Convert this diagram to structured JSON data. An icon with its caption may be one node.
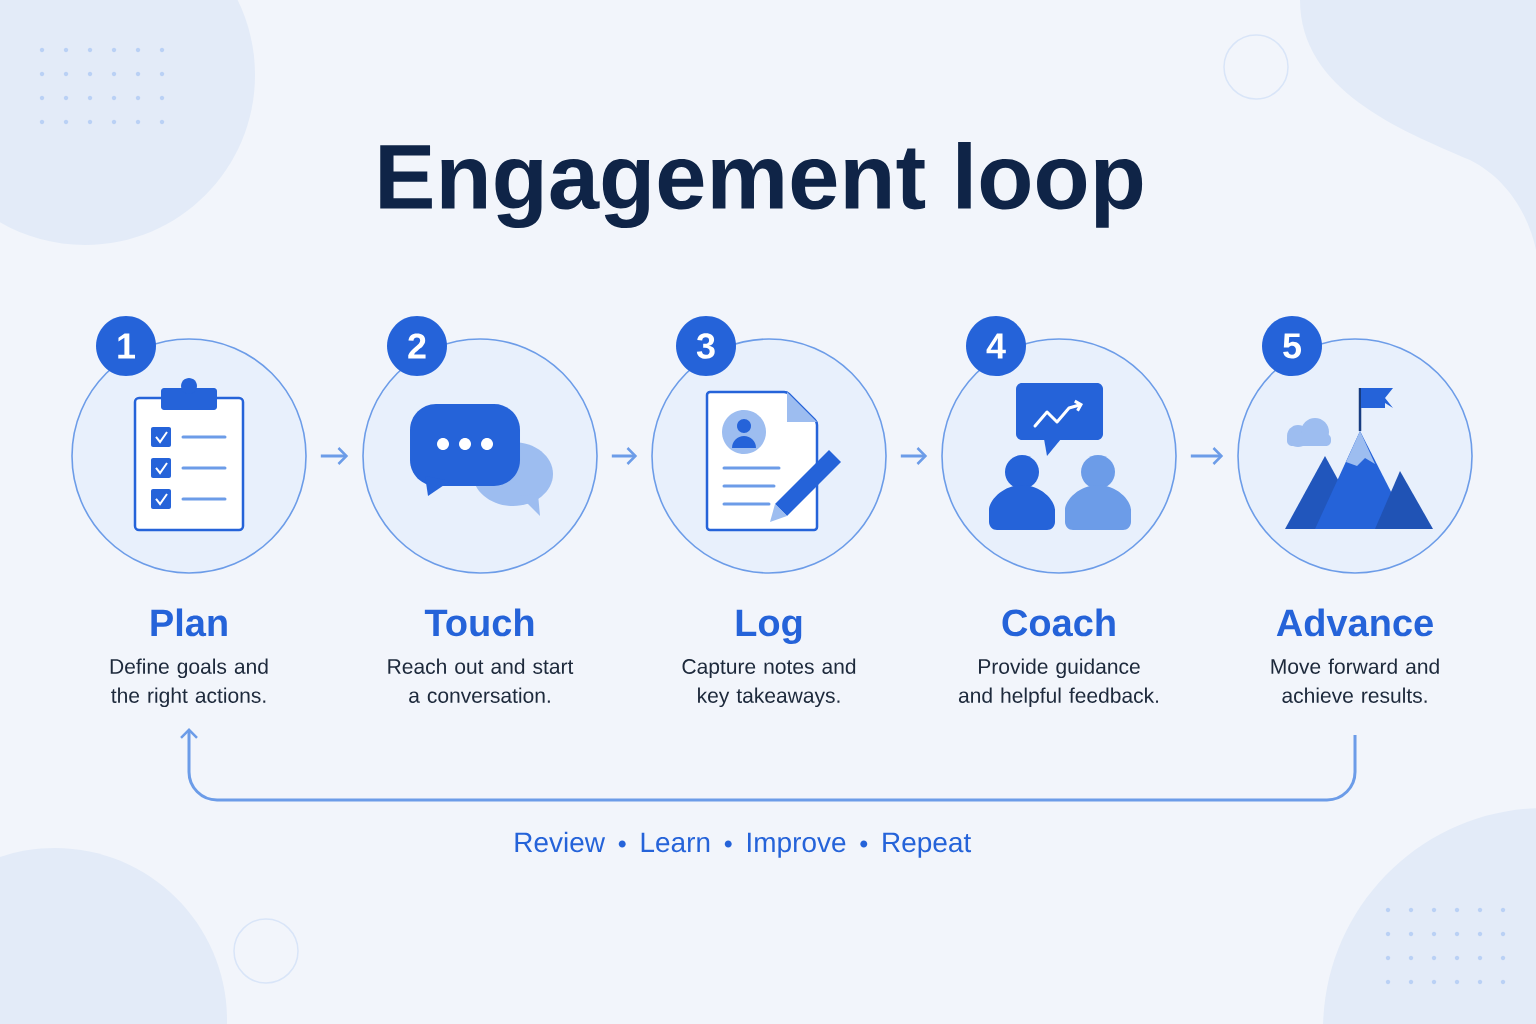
{
  "diagram": {
    "title": "Engagement loop",
    "nodes": [
      {
        "text": [
          "Plan",
          "Define goals and the right actions."
        ],
        "beside": [
          "1"
        ]
      },
      {
        "text": [
          "Touch",
          "Reach out and start a conversation."
        ],
        "beside": [
          "2"
        ]
      },
      {
        "text": [
          "Log",
          "Capture notes and key takeaways."
        ],
        "beside": [
          "3"
        ]
      },
      {
        "text": [
          "Coach",
          "Provide guidance and helpful feedback."
        ],
        "beside": [
          "4"
        ]
      },
      {
        "text": [
          "Advance",
          "Move forward and achieve results."
        ],
        "beside": [
          "5"
        ]
      }
    ],
    "edges": [
      {
        "from": 0,
        "to": 1,
        "arrow": "to"
      },
      {
        "from": 1,
        "to": 2,
        "arrow": "to"
      },
      {
        "from": 2,
        "to": 3,
        "arrow": "to"
      },
      {
        "from": 3,
        "to": 4,
        "arrow": "to"
      },
      {
        "from": 4,
        "to": 0,
        "arrow": "to"
      }
    ],
    "labels": [
      "Review",
      "Learn",
      "Improve",
      "Repeat"
    ]
  }
}
